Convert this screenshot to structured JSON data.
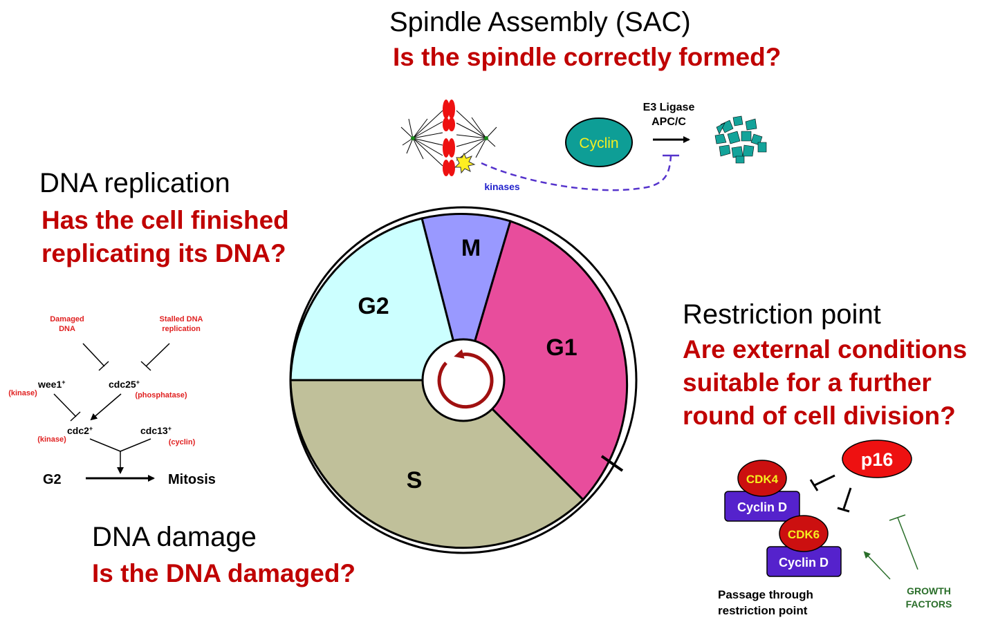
{
  "sac": {
    "title": "Spindle Assembly (SAC)",
    "question": "Is the spindle correctly formed?",
    "e3_line1": "E3 Ligase",
    "e3_line2": "APC/C",
    "cyclin": "Cyclin",
    "kinases": "kinases"
  },
  "replication": {
    "title": "DNA replication",
    "question_line1": "Has the cell finished",
    "question_line2": "replicating its DNA?",
    "damaged_dna_1": "Damaged",
    "damaged_dna_2": "DNA",
    "stalled_1": "Stalled DNA",
    "stalled_2": "replication",
    "wee1": "wee1",
    "cdc25": "cdc25",
    "kinase1": "(kinase)",
    "phosphatase": "(phosphatase)",
    "cdc2": "cdc2",
    "cdc13": "cdc13",
    "kinase2": "(kinase)",
    "cyclin": "(cyclin)",
    "sup": "+",
    "g2": "G2",
    "mitosis": "Mitosis"
  },
  "damage": {
    "title": "DNA damage",
    "question": "Is the DNA damaged?"
  },
  "cycle": {
    "phases": [
      "M",
      "G1",
      "S",
      "G2"
    ],
    "colors": {
      "M": "#9999ff",
      "G1": "#e84d9c",
      "S": "#c0c09a",
      "G2": "#ccffff",
      "arrow": "#a01010"
    }
  },
  "restriction": {
    "title": "Restriction point",
    "question_line1": "Are external conditions",
    "question_line2": "suitable for a further",
    "question_line3": "round of cell division?",
    "p16": "p16",
    "cdk4": "CDK4",
    "cdk6": "CDK6",
    "cyclin_d_1": "Cyclin D",
    "cyclin_d_2": "Cyclin D",
    "passage_1": "Passage through",
    "passage_2": "restriction point",
    "growth_1": "GROWTH",
    "growth_2": "FACTORS"
  }
}
